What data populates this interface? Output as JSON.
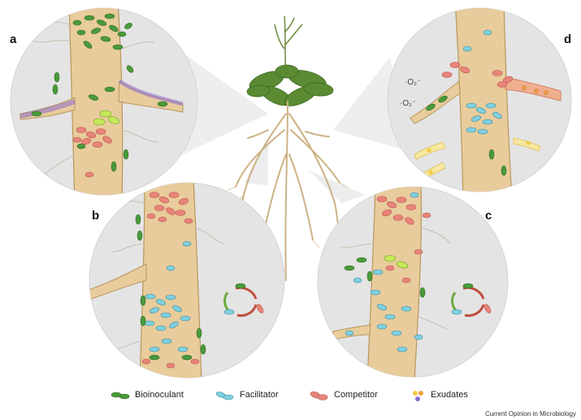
{
  "panels": {
    "a": "a",
    "b": "b",
    "c": "c",
    "d": "d"
  },
  "annotations": {
    "superoxide_1": "·O₂⁻",
    "superoxide_2": "·O₂⁻"
  },
  "legend": [
    {
      "label": "Bioinoculant",
      "color": "#4a9a3a",
      "icon": "bioinoculant-icon"
    },
    {
      "label": "Facilitator",
      "color": "#7fd0e0",
      "icon": "facilitator-icon"
    },
    {
      "label": "Competitor",
      "color": "#e8847a",
      "icon": "competitor-icon"
    },
    {
      "label": "Exudates",
      "color": "#e8a020",
      "icon": "exudates-icon"
    }
  ],
  "credit": "Current Opinion in Microbiology",
  "colors": {
    "circle_bg": "#e4e4e4",
    "root": "#e9cc9c",
    "root_edge": "#b8975c",
    "bioinoculant": "#4a9a3a",
    "facilitator": "#7fd0e0",
    "competitor": "#e8847a",
    "exudate_yellow": "#f2cc40",
    "exudate_orange": "#f0a040",
    "exudate_purple": "#8a6ad0",
    "leaf": "#5a8a32"
  }
}
